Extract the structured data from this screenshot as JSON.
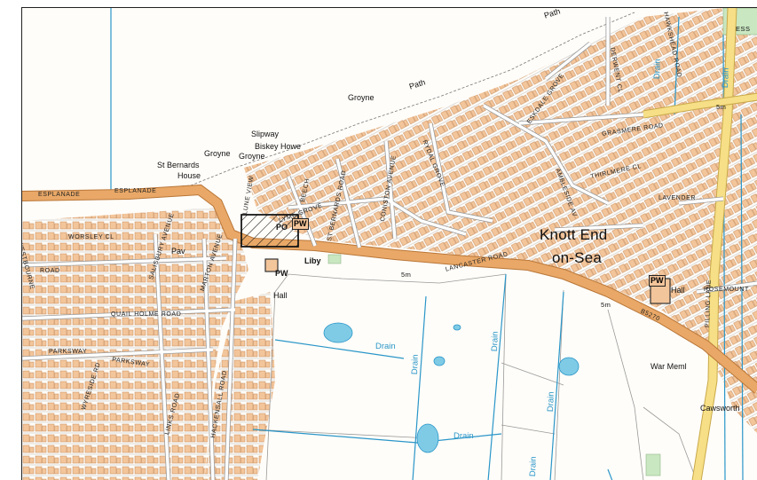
{
  "map": {
    "colors": {
      "background": "#fffdf9",
      "building": "#f3c59a",
      "building_outline": "#c48a5a",
      "a_road": "#e9a867",
      "b_road": "#f6df86",
      "water": "#7fcbe6",
      "water_line": "#2a96c9",
      "green": "#c9e7c1",
      "boundary": "#222222"
    },
    "labels": {
      "path_top": "Path",
      "path_mid": "Path",
      "groyne_top": "Groyne",
      "slipway": "Slipway",
      "biskey_howe": "Biskey Howe",
      "groyne_left": "Groyne",
      "groyne_right": "Groyne",
      "st_bernards": "St Bernards",
      "house": "House",
      "esplanade_1": "ESPLANADE",
      "esplanade_2": "ESPLANADE",
      "worsley_cl": "WORSLEY CL",
      "westbourne": "WESTBOURNE",
      "road": "ROAD",
      "pav": "Pav",
      "salisbury_avenue": "SALISBURY AVENUE",
      "marton_avenue": "MARTON AVENUE",
      "quail_holme_road": "QUAIL HOLME ROAD",
      "parksway_1": "PARKSWAY",
      "parksway_2": "PARKSWAY",
      "wyreside_rd": "WYRESIDE RD",
      "links_road": "LINKS ROAD",
      "hackensall_road": "HACKENSALL ROAD",
      "pw_left": "PW",
      "hall_left": "Hall",
      "po": "PO",
      "pw_box": "PW",
      "liby": "Liby",
      "lyme_grove": "LYME GROVE",
      "beech": "BEECH",
      "st_bernards_road": "ST BERNARDS ROAD",
      "lune_view": "LUNE VIEW",
      "coniston_avenue": "CONISTON AVENUE",
      "rydal_grove": "RYDAL GROVE",
      "lancaster_road": "LANCASTER ROAD",
      "eskdale_grove": "ESKDALE GROVE",
      "derwent_cl": "DERWENT CL",
      "grasmere_road": "GRASMERE ROAD",
      "thirlmere_cl": "THIRLMERE CL",
      "ambleside_av": "AMBLESIDE AV",
      "hawkshead_road": "HAWKSHEAD ROAD",
      "lavender": "LAVENDER",
      "knott_end_1": "Knott End",
      "knott_end_2": "on-Sea",
      "pw_right": "PW",
      "hall_right": "Hall",
      "rosemount": "ROSEMOUNT",
      "pilling_lane": "PILLING LANE",
      "b5270": "B5270",
      "war_meml": "War Meml",
      "cawsworth": "Cawsworth",
      "ess": "ESS",
      "drain_1": "Drain",
      "drain_2": "Drain",
      "drain_3": "Drain",
      "drain_4": "Drain",
      "drain_5": "Drain",
      "drain_6": "Drain",
      "drain_7": "Drain",
      "drain_8": "Drain",
      "sm_1": "5m",
      "sm_2": "5m",
      "sm_3": "5m"
    }
  }
}
